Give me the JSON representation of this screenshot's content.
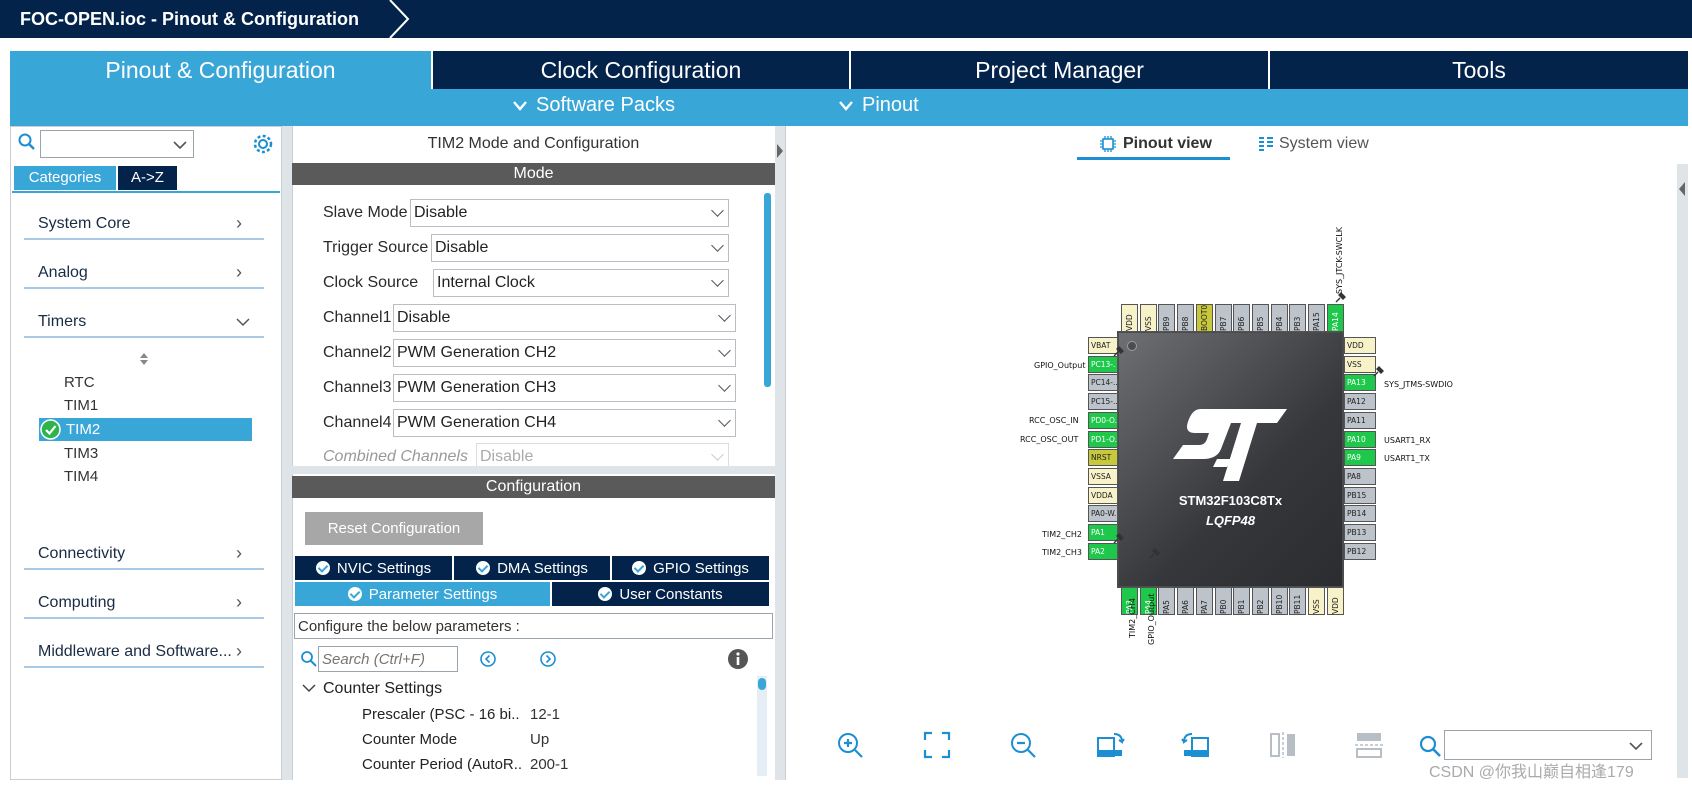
{
  "window": {
    "title": "FOC-OPEN.ioc - Pinout & Configuration"
  },
  "main_tabs": [
    {
      "label": "Pinout & Configuration",
      "active": true
    },
    {
      "label": "Clock Configuration",
      "active": false
    },
    {
      "label": "Project Manager",
      "active": false
    },
    {
      "label": "Tools",
      "active": false
    }
  ],
  "subbar": {
    "software_packs": "Software Packs",
    "pinout": "Pinout"
  },
  "left": {
    "search_value": "",
    "tabs": {
      "categories": "Categories",
      "az": "A->Z"
    },
    "categories": [
      "System Core",
      "Analog",
      "Timers",
      "Connectivity",
      "Computing",
      "Middleware and Software..."
    ],
    "timers": [
      "RTC",
      "TIM1",
      "TIM2",
      "TIM3",
      "TIM4"
    ],
    "selected_timer": "TIM2"
  },
  "middle": {
    "title": "TIM2 Mode and Configuration",
    "mode_header": "Mode",
    "fields": [
      {
        "label": "Slave Mode",
        "value": "Disable"
      },
      {
        "label": "Trigger Source",
        "value": "Disable"
      },
      {
        "label": "Clock Source",
        "value": "Internal Clock"
      },
      {
        "label": "Channel1",
        "value": "Disable"
      },
      {
        "label": "Channel2",
        "value": "PWM Generation CH2"
      },
      {
        "label": "Channel3",
        "value": "PWM Generation CH3"
      },
      {
        "label": "Channel4",
        "value": "PWM Generation CH4"
      },
      {
        "label": "Combined Channels",
        "value": "Disable"
      }
    ],
    "config_header": "Configuration",
    "reset_button": "Reset Configuration",
    "tabs": [
      "NVIC Settings",
      "DMA Settings",
      "GPIO Settings",
      "Parameter Settings",
      "User Constants"
    ],
    "configure_text": "Configure the below parameters :",
    "search_placeholder": "Search (Ctrl+F)",
    "group": "Counter Settings",
    "params": [
      {
        "name": "Prescaler (PSC - 16 bi..",
        "value": "12-1"
      },
      {
        "name": "Counter Mode",
        "value": "Up"
      },
      {
        "name": "Counter Period (AutoR..",
        "value": "200-1"
      }
    ]
  },
  "right": {
    "view_tabs": {
      "pinout": "Pinout view",
      "system": "System view"
    },
    "chip": {
      "name": "STM32F103C8Tx",
      "package": "LQFP48",
      "logo": "ST"
    },
    "pins_top": [
      "VDD",
      "VSS",
      "PB9",
      "PB8",
      "BOOT0",
      "PB7",
      "PB6",
      "PB5",
      "PB4",
      "PB3",
      "PA15",
      "PA14"
    ],
    "pins_left": [
      "VBAT",
      "PC13-.",
      "PC14-..",
      "PC15-..",
      "PD0-O..",
      "PD1-O..",
      "NRST",
      "VSSA",
      "VDDA",
      "PA0-W..",
      "PA1",
      "PA2"
    ],
    "pins_right": [
      "VDD",
      "VSS",
      "PA13",
      "PA12",
      "PA11",
      "PA10",
      "PA9",
      "PA8",
      "PB15",
      "PB14",
      "PB13",
      "PB12"
    ],
    "pins_bottom": [
      "PA3",
      "PA4",
      "PA5",
      "PA6",
      "PA7",
      "PB0",
      "PB1",
      "PB2",
      "PB10",
      "PB11",
      "VSS",
      "VDD"
    ],
    "labels_left": [
      "GPIO_Output",
      "RCC_OSC_IN",
      "RCC_OSC_OUT",
      "TIM2_CH2",
      "TIM2_CH3"
    ],
    "labels_right": [
      "SYS_JTMS-SWDIO",
      "USART1_RX",
      "USART1_TX"
    ],
    "label_top": "SYS_JTCK-SWCLK",
    "labels_bottom": [
      "TIM2_CH4",
      "GPIO_Output"
    ],
    "watermark": "CSDN @你我山巅自相逢179"
  },
  "colors": {
    "navy": "#03234b",
    "accent": "#39a6d8",
    "pin_green": "#1ec84b",
    "pin_yellow": "#c8c83c",
    "pin_cream": "#f7f2c8",
    "pin_gray": "#bcc3ca"
  },
  "icons": [
    "search-icon",
    "gear-icon",
    "chevron-right-icon",
    "chevron-down-icon",
    "check-circle-icon",
    "info-icon",
    "zoom-in-icon",
    "fit-icon",
    "zoom-out-icon",
    "rotate-right-icon",
    "rotate-left-icon",
    "flip-vertical-icon",
    "flip-horizontal-icon"
  ]
}
